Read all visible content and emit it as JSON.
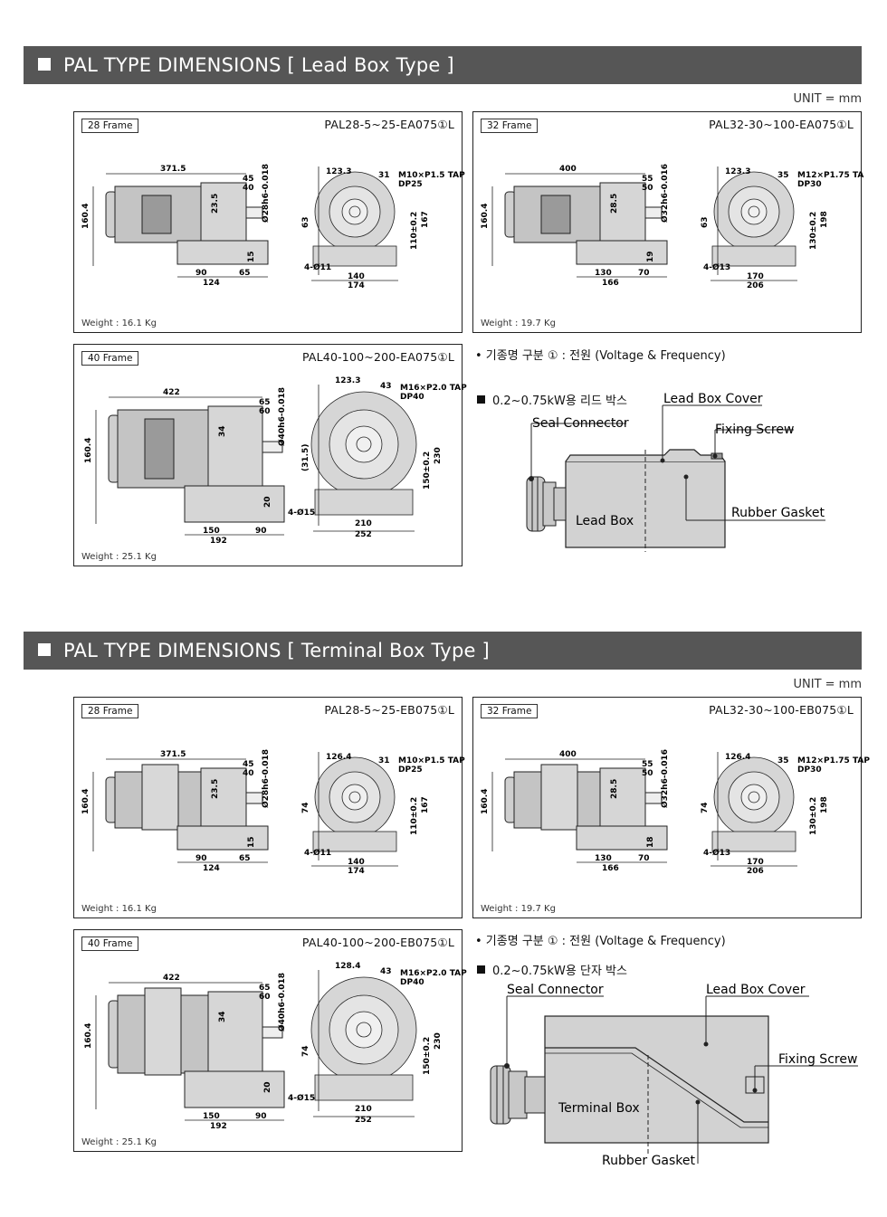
{
  "sections": [
    {
      "title": "PAL TYPE DIMENSIONS [ Lead Box Type ]",
      "unit": "UNIT = mm",
      "panels": [
        {
          "frame": "28 Frame",
          "model": "PAL28-5~25-EA075①L",
          "weight": "Weight : 16.1 Kg",
          "dims": {
            "len": "371.5",
            "h": "160.4",
            "a": "45",
            "b": "40",
            "shaft": "Ø28h6-0.018",
            "c": "23.5",
            "d": "15",
            "e": "90",
            "f": "65",
            "g": "124",
            "w": "123.3",
            "tap": "M10×P1.5 TAP",
            "dp": "DP25",
            "t": "31",
            "k": "63",
            "hole": "4-Ø11",
            "m": "140",
            "n": "174",
            "p": "110±0.2",
            "q": "167"
          }
        },
        {
          "frame": "32 Frame",
          "model": "PAL32-30~100-EA075①L",
          "weight": "Weight : 19.7 Kg",
          "dims": {
            "len": "400",
            "h": "160.4",
            "a": "55",
            "b": "50",
            "shaft": "Ø32h6-0.016",
            "c": "28.5",
            "d": "19",
            "e": "130",
            "f": "70",
            "g": "166",
            "w": "123.3",
            "tap": "M12×P1.75 TA",
            "dp": "DP30",
            "t": "35",
            "k": "63",
            "hole": "4-Ø13",
            "m": "170",
            "n": "206",
            "p": "130±0.2",
            "q": "198"
          }
        },
        {
          "frame": "40 Frame",
          "model": "PAL40-100~200-EA075①L",
          "weight": "Weight : 25.1 Kg",
          "dims": {
            "len": "422",
            "h": "160.4",
            "a": "65",
            "b": "60",
            "shaft": "Ø40h6-0.018",
            "c": "34",
            "d": "20",
            "e": "150",
            "f": "90",
            "g": "192",
            "w": "123.3",
            "tap": "M16×P2.0 TAP",
            "dp": "DP40",
            "t": "43",
            "k": "(31.5)",
            "hole": "4-Ø15",
            "m": "210",
            "n": "252",
            "p": "150±0.2",
            "q": "230"
          }
        }
      ],
      "note": "• 기종명 구분 ① : 전원 (Voltage & Frequency)",
      "subtitle": "0.2~0.75kW용 리드 박스",
      "labels": {
        "cover": "Lead Box Cover",
        "connector": "Seal Connector",
        "screw": "Fixing Screw",
        "box": "Lead Box",
        "gasket": "Rubber Gasket"
      }
    },
    {
      "title": "PAL TYPE DIMENSIONS [ Terminal Box Type ]",
      "unit": "UNIT = mm",
      "panels": [
        {
          "frame": "28 Frame",
          "model": "PAL28-5~25-EB075①L",
          "weight": "Weight : 16.1 Kg",
          "dims": {
            "len": "371.5",
            "h": "160.4",
            "a": "45",
            "b": "40",
            "shaft": "Ø28h6-0.018",
            "c": "23.5",
            "d": "15",
            "e": "90",
            "f": "65",
            "g": "124",
            "w": "126.4",
            "tap": "M10×P1.5 TAP",
            "dp": "DP25",
            "t": "31",
            "k": "74",
            "hole": "4-Ø11",
            "m": "140",
            "n": "174",
            "p": "110±0.2",
            "q": "167"
          }
        },
        {
          "frame": "32 Frame",
          "model": "PAL32-30~100-EB075①L",
          "weight": "Weight : 19.7 Kg",
          "dims": {
            "len": "400",
            "h": "160.4",
            "a": "55",
            "b": "50",
            "shaft": "Ø32h6-0.016",
            "c": "28.5",
            "d": "18",
            "e": "130",
            "f": "70",
            "g": "166",
            "w": "126.4",
            "tap": "M12×P1.75 TAP",
            "dp": "DP30",
            "t": "35",
            "k": "74",
            "hole": "4-Ø13",
            "m": "170",
            "n": "206",
            "p": "130±0.2",
            "q": "198"
          }
        },
        {
          "frame": "40 Frame",
          "model": "PAL40-100~200-EB075①L",
          "weight": "Weight : 25.1 Kg",
          "dims": {
            "len": "422",
            "h": "160.4",
            "a": "65",
            "b": "60",
            "shaft": "Ø40h6-0.018",
            "c": "34",
            "d": "20",
            "e": "150",
            "f": "90",
            "g": "192",
            "w": "128.4",
            "tap": "M16×P2.0 TAP",
            "dp": "DP40",
            "t": "43",
            "k": "74",
            "hole": "4-Ø15",
            "m": "210",
            "n": "252",
            "p": "150±0.2",
            "q": "230"
          }
        }
      ],
      "note": "• 기종명 구분 ① : 전원 (Voltage & Frequency)",
      "subtitle": "0.2~0.75kW용 단자 박스",
      "labels": {
        "cover": "Lead Box Cover",
        "connector": "Seal Connector",
        "screw": "Fixing Screw",
        "box": "Terminal Box",
        "gasket": "Rubber Gasket"
      }
    }
  ]
}
